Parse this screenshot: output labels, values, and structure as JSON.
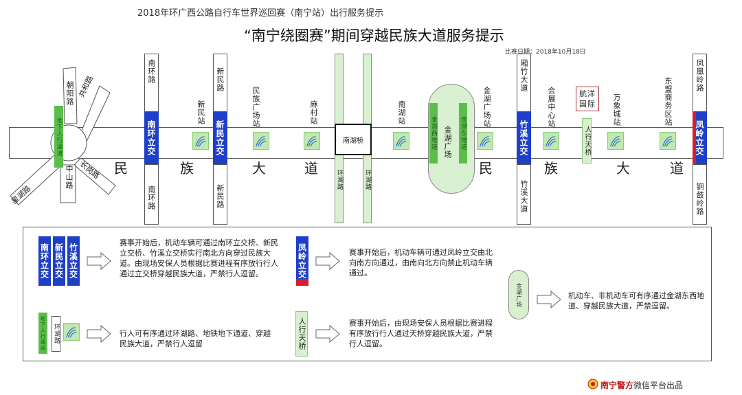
{
  "header": {
    "top_line": "2018年环广西公路自行车世界巡回赛（南宁站）出行服务提示",
    "main_title": "“南宁绕圈赛”期间穿越民族大道服务提示",
    "date_line": "比赛日期：2018年10月18日"
  },
  "map": {
    "road_chars": [
      "民",
      "族",
      "大",
      "道",
      "民",
      "族",
      "大",
      "道"
    ],
    "roundabout": {
      "roads": [
        "朝阳路",
        "共和路",
        "中山路",
        "长岗路",
        "星湖路"
      ],
      "underpass": "地下人行通道"
    },
    "north_labels": [
      "南环路",
      "新民路",
      "凤凰岭路",
      "厢竹大道"
    ],
    "south_labels": [
      "南环路",
      "新民路",
      "环湖路",
      "环湖路",
      "竹溪大道",
      "铜鼓岭路"
    ],
    "interchanges": [
      "南环立交",
      "新民立交",
      "竹溪立交",
      "凤岭立交"
    ],
    "stations": [
      "新民站",
      "民族广场站",
      "麻村站",
      "南湖站",
      "金湖广场站",
      "会展中心站",
      "万象城站",
      "东盟商务区站"
    ],
    "bridge": "南湖桥",
    "jinhu": {
      "label": "金湖广场",
      "west": "金湖西地道",
      "east": "金湖东地道"
    },
    "hangyang": "航洋国际",
    "footbridge": "人行天桥"
  },
  "legend": {
    "interchanges_group": [
      "南环立交",
      "新民立交",
      "竹溪立交"
    ],
    "text1": "赛事开始后，机动车辆可通过南环立交桥、新民立交桥、竹溪立交桥实行南北方向穿过民族大道。由现场安保人员根据比赛进程有序放行行人通过立交桥穿越民族大道，严禁行人逗留。",
    "fengling": "凤岭立交",
    "text2": "赛事开始后，机动车辆可通过凤岭立交由北向南方向通过，由南向北方向禁止机动车辆通过。",
    "jinhu_mini": "金湖广场",
    "text3": "机动车、非机动车可有序通过金湖东西地道、穿越民族大道，严禁逗留。",
    "underpass": "地下人行通道",
    "huanhu": "环湖路",
    "text4": "行人可有序通过环湖路、地铁地下通道、穿越民族大道，严禁行人逗留",
    "footbridge": "人行天桥",
    "text5": "赛事开始后，由现场安保人员根据比赛进程有序放行行人通过天桥穿越民族大道，严禁行人逗留。"
  },
  "footer": {
    "brand": "南宁警方",
    "suffix": "微信平台出品"
  },
  "colors": {
    "interchange_blue": "#1f3fc8",
    "fengling_red": "#d0202a",
    "station_green": "#bfe9b0",
    "footer_red": "#c41a1a"
  }
}
